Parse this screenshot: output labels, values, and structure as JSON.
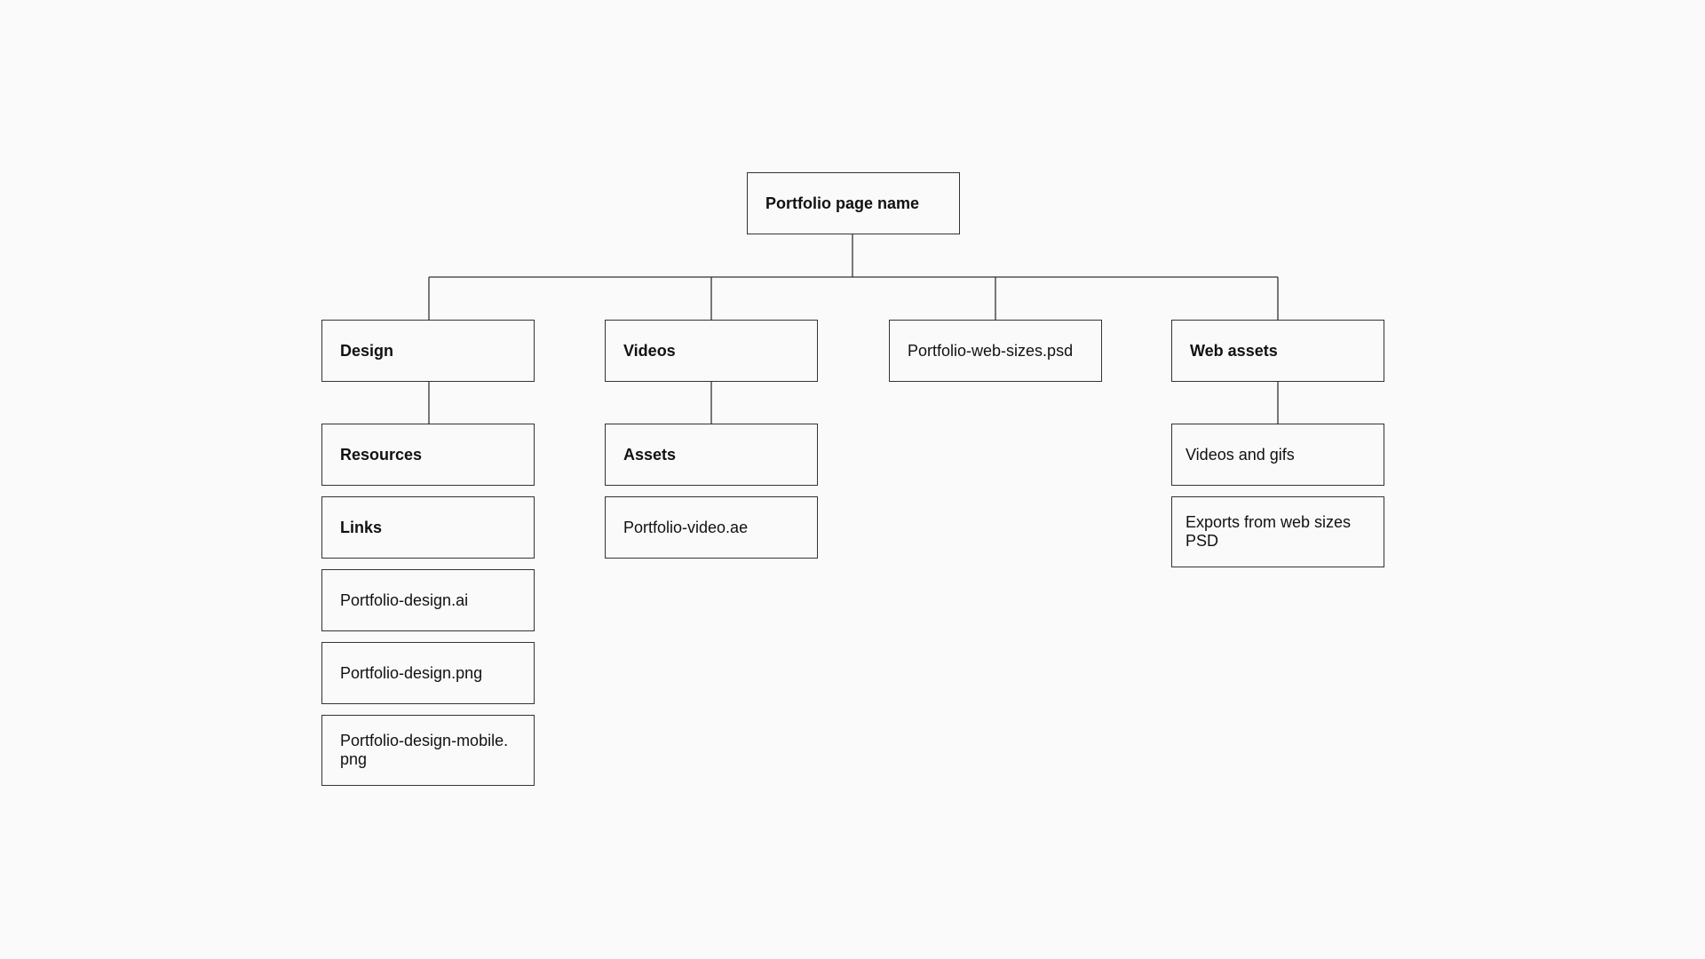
{
  "diagram": {
    "root": {
      "label": "Portfolio page name"
    },
    "branches": [
      {
        "label": "Design",
        "children": [
          "Resources",
          "Links",
          "Portfolio-design.ai",
          "Portfolio-design.png",
          "Portfolio-design-mobile. png"
        ]
      },
      {
        "label": "Videos",
        "children": [
          "Assets",
          "Portfolio-video.ae"
        ]
      },
      {
        "label": "Portfolio-web-sizes.psd",
        "children": []
      },
      {
        "label": "Web assets",
        "children": [
          "Videos and gifs",
          "Exports from web sizes PSD"
        ]
      }
    ]
  }
}
